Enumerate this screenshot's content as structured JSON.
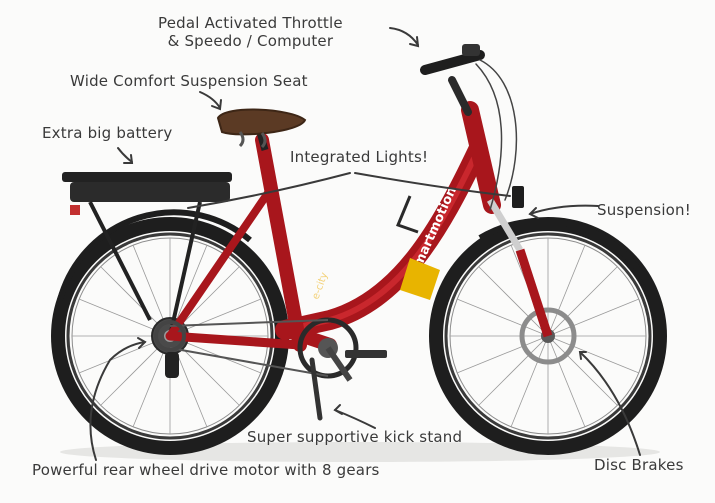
{
  "labels": {
    "throttle_line1": "Pedal Activated Throttle",
    "throttle_line2": "& Speedo / Computer",
    "seat": "Wide Comfort Suspension Seat",
    "battery": "Extra big battery",
    "lights": "Integrated Lights!",
    "suspension": "Suspension!",
    "kickstand": "Super supportive kick stand",
    "motor": "Powerful rear wheel drive motor with 8 gears",
    "brakes": "Disc Brakes"
  },
  "frame_text": {
    "brand": "smartmotion",
    "model": "e-city"
  },
  "colors": {
    "frame": "#a8161c",
    "frame_highlight": "#c9272d",
    "accent": "#e8b400",
    "tire": "#1e1e1e",
    "rim": "#2a2a2a",
    "metal": "#7a7a7a",
    "seat": "#5b3a24",
    "annotation": "#3a3a3a",
    "background": "#fbfbfa"
  }
}
